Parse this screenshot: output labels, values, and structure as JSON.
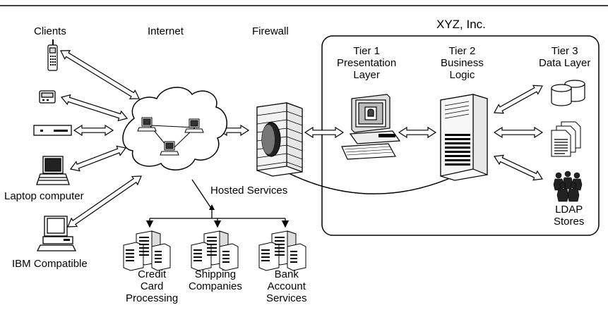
{
  "columns": {
    "clients": "Clients",
    "internet": "Internet",
    "firewall": "Firewall"
  },
  "company": {
    "name": "XYZ, Inc.",
    "tier1": [
      "Tier 1",
      "Presentation",
      "Layer"
    ],
    "tier2": [
      "Tier 2",
      "Business",
      "Logic"
    ],
    "tier3": [
      "Tier 3",
      "Data Layer"
    ],
    "ldap": [
      "LDAP",
      "Stores"
    ]
  },
  "clients": {
    "laptop": "Laptop computer",
    "ibm": "IBM Compatible"
  },
  "hosted": {
    "title": "Hosted Services",
    "credit": [
      "Credit",
      "Card",
      "Processing"
    ],
    "shipping": [
      "Shipping",
      "Companies"
    ],
    "bank": [
      "Bank",
      "Account",
      "Services"
    ]
  },
  "icons": [
    "cell-phone-icon",
    "pager-icon",
    "network-device-icon",
    "laptop-icon",
    "desktop-computer-icon",
    "internet-cloud-icon",
    "firewall-icon",
    "workstation-icon",
    "server-tower-icon",
    "database-icon",
    "documents-icon",
    "people-group-icon",
    "office-building-icon"
  ]
}
